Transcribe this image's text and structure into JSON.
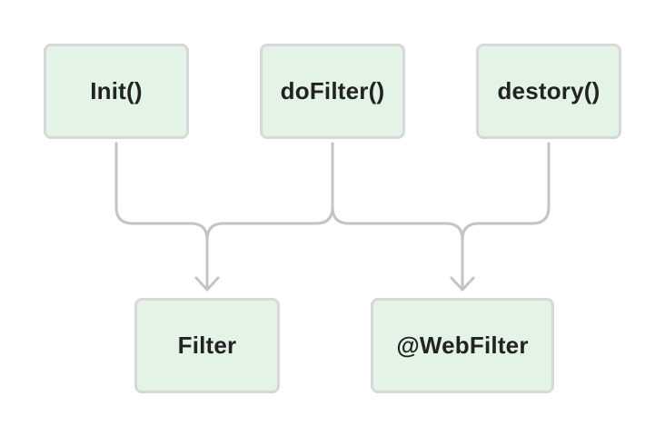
{
  "diagram": {
    "nodes": {
      "init": "Init()",
      "dofilter": "doFilter()",
      "destory": "destory()",
      "filter": "Filter",
      "webfilter": "@WebFilter"
    },
    "edges": [
      {
        "from": [
          "init",
          "dofilter"
        ],
        "to": "filter"
      },
      {
        "from": [
          "dofilter",
          "destory"
        ],
        "to": "webfilter"
      }
    ],
    "colors": {
      "node_fill": "#e3f4e6",
      "node_border": "#d8d8d8",
      "connector": "#c4c4c4",
      "text": "#222222"
    }
  }
}
